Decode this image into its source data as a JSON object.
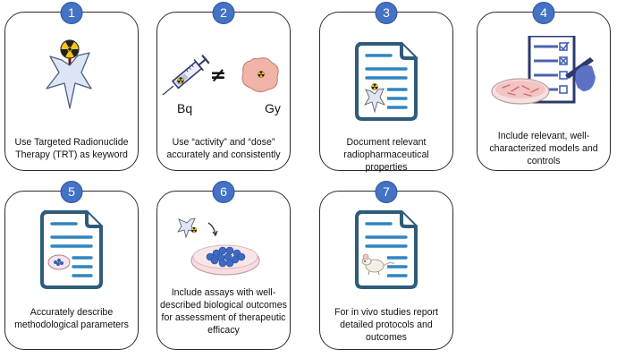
{
  "steps": [
    {
      "number": "1",
      "caption": "Use Targeted Radionuclide Therapy (TRT) as keyword",
      "icon": "radiolabeled-star-icon"
    },
    {
      "number": "2",
      "caption": "Use “activity” and “dose” accurately and consistently",
      "icon": "syringe-not-equal-tumor-icon",
      "left_unit": "Bq",
      "right_unit": "Gy",
      "relation": "≠"
    },
    {
      "number": "3",
      "caption": "Document relevant radiopharmaceutical properties",
      "icon": "document-with-radiopharmaceutical-icon"
    },
    {
      "number": "4",
      "caption": "Include relevant, well-characterized models and controls",
      "icon": "checklist-with-petri-dish-icon"
    },
    {
      "number": "5",
      "caption": "Accurately describe methodological parameters",
      "icon": "document-with-cells-icon"
    },
    {
      "number": "6",
      "caption": "Include assays with well-described biological outcomes for assessment of therapeutic efficacy",
      "icon": "radiopharmaceutical-to-petri-dish-icon"
    },
    {
      "number": "7",
      "caption": "For in vivo studies report detailed protocols and outcomes",
      "icon": "document-with-mouse-icon"
    }
  ],
  "colors": {
    "badge": "#4472c4",
    "doc_outline": "#2e5c7a",
    "doc_lines": "#2e86c1",
    "star_fill": "#dde6f5"
  }
}
